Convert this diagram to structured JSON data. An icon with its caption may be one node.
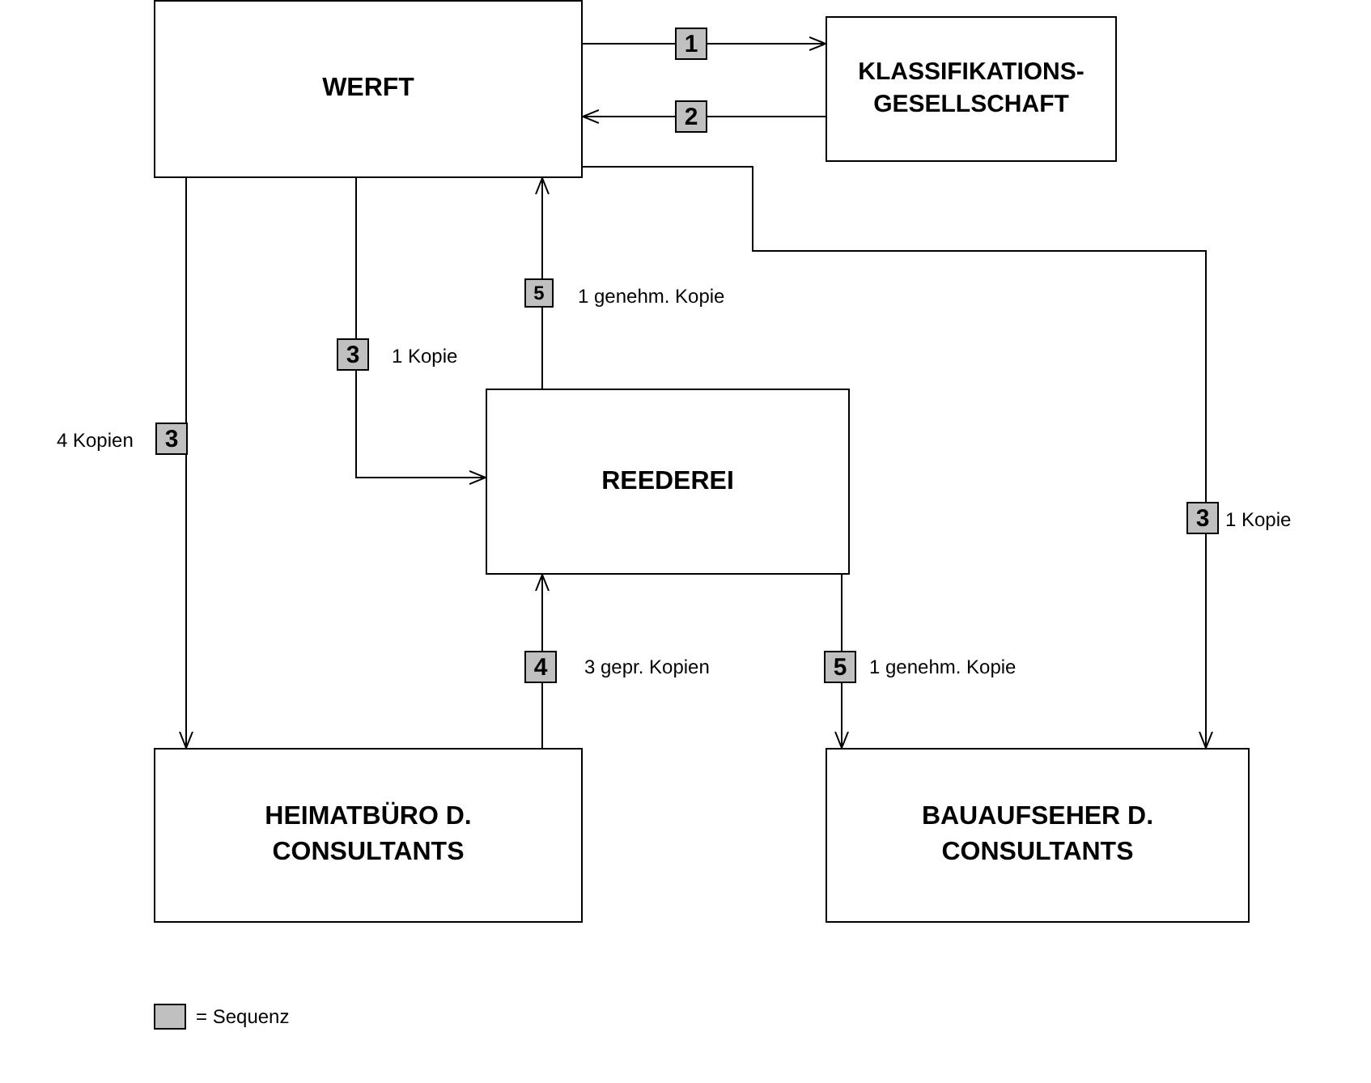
{
  "diagram": {
    "nodes": [
      {
        "text": [
          "WERFT"
        ]
      },
      {
        "text": [
          "KLASSIFIKATIONS- GESELLSCHAFT"
        ]
      },
      {
        "text": [
          "REEDEREI"
        ]
      },
      {
        "text": [
          "HEIMATBÜRO D. CONSULTANTS"
        ]
      },
      {
        "text": [
          "BAUAUFSEHER D. CONSULTANTS"
        ]
      }
    ],
    "edges": [
      {
        "from": 0,
        "to": 1,
        "arrow": "to",
        "label": "1"
      },
      {
        "from": 1,
        "to": 0,
        "arrow": "to",
        "label": "2"
      },
      {
        "from": 0,
        "to": 3,
        "arrow": "to",
        "label": "3"
      },
      {
        "from": 0,
        "to": 2,
        "arrow": "to",
        "label": "3"
      },
      {
        "from": 2,
        "to": 0,
        "arrow": "to",
        "label": "5"
      },
      {
        "from": 0,
        "to": 4,
        "arrow": "to",
        "label": "3"
      },
      {
        "from": 3,
        "to": 2,
        "arrow": "to",
        "label": "4"
      },
      {
        "from": 2,
        "to": 4,
        "arrow": "to",
        "label": "5"
      }
    ],
    "labels": [
      "1 genehm. Kopie",
      "1 Kopie",
      "4 Kopien",
      "1 Kopie",
      "3 gepr. Kopien",
      "1 genehm. Kopie"
    ],
    "legend": [
      {
        "text": "= Sequenz",
        "color": "#c0c0c0"
      }
    ]
  }
}
